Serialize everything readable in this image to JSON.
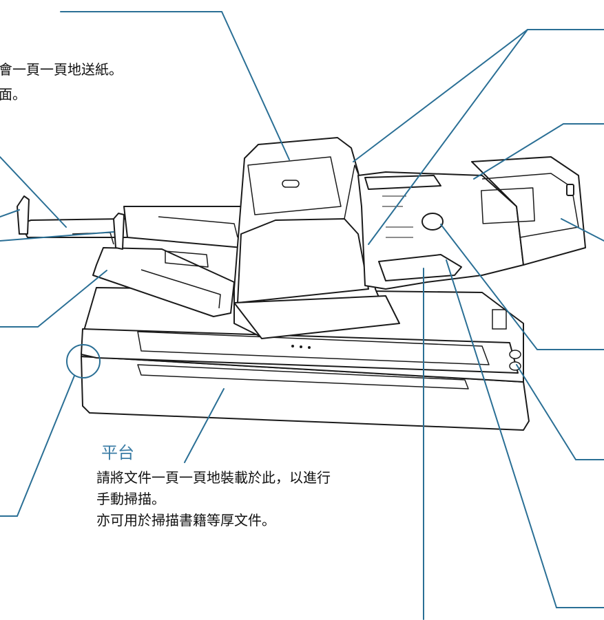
{
  "colors": {
    "leader": "#2a6f95",
    "heading": "#3a7ca5",
    "outline": "#1a1a1a",
    "body_text": "#111111"
  },
  "top_left_note": {
    "line1": "會一頁一頁地送紙。",
    "line2": "面。"
  },
  "flatbed": {
    "title": "平台",
    "desc_line1": "請將文件一頁一頁地裝載於此，以進行",
    "desc_line2": "手動掃描。",
    "desc_line3": "亦可用於掃描書籍等厚文件。"
  }
}
